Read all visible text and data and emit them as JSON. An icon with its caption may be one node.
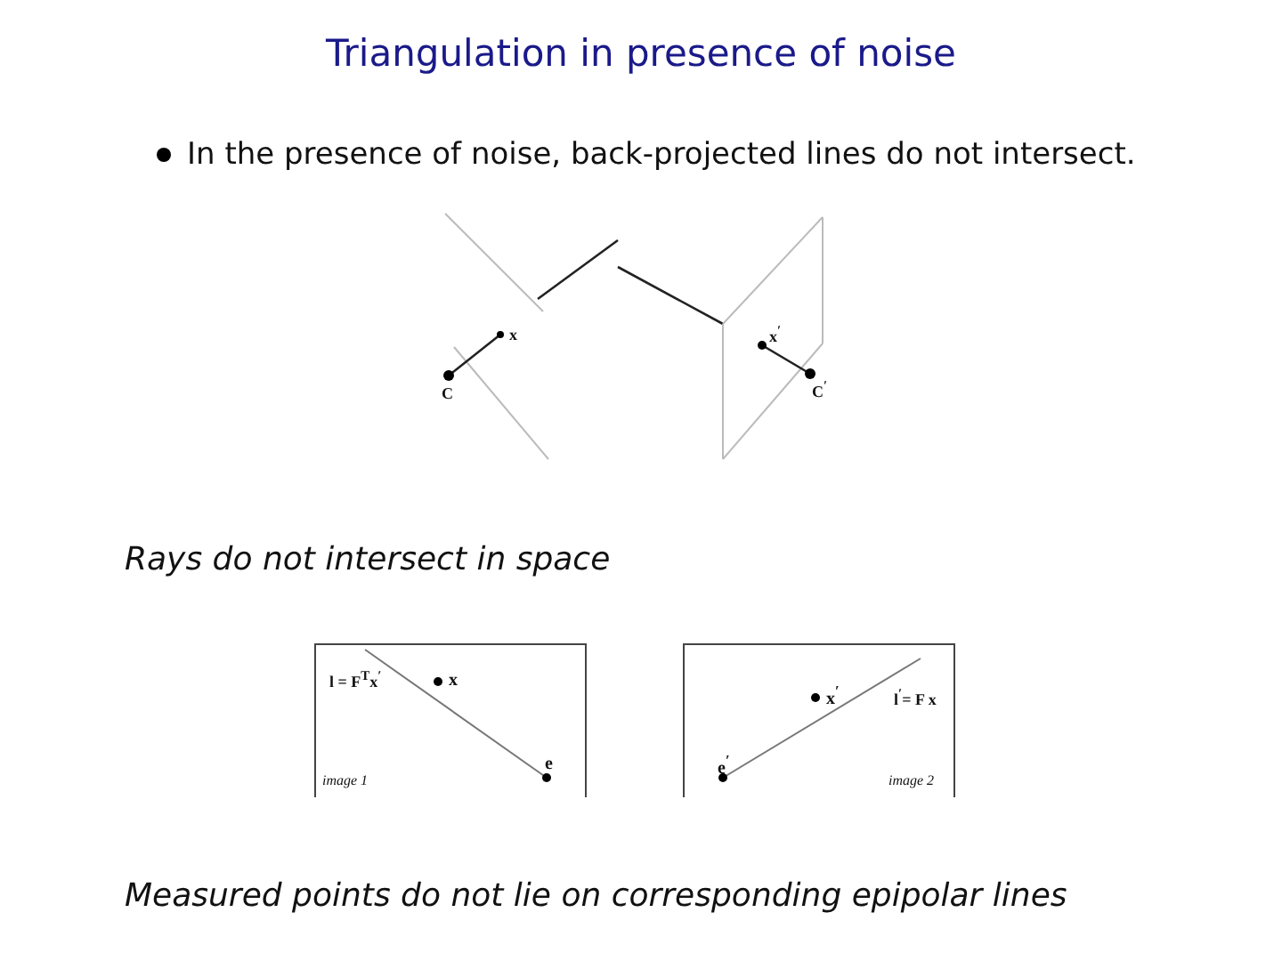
{
  "diagram": {
    "title": "Triangulation in presence of noise",
    "caption": "Measured points do not lie on corresponding epipolar lines",
    "labels": [
      "In the presence of noise, back-projected lines do not intersect.",
      "x",
      "C",
      "x$^{′}$",
      "C$^{′}$",
      "Rays do not intersect in space",
      "l = F$^{T}$x$^{′}$",
      "x",
      "e",
      "image 1",
      "x$^{′}$",
      "l$^{′}$= F x",
      "e$^{′}$",
      "image 2"
    ]
  }
}
